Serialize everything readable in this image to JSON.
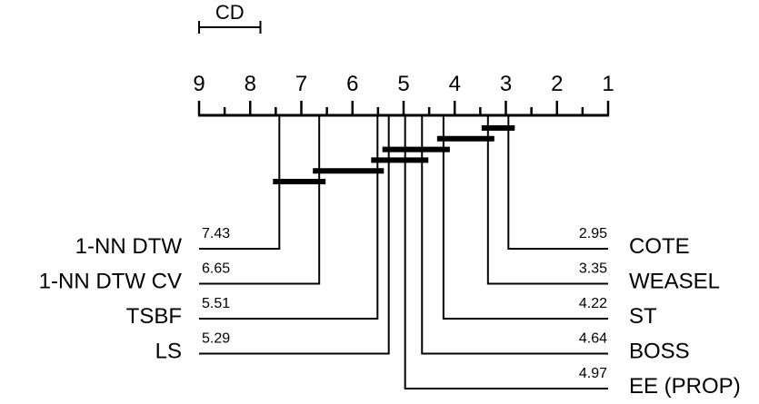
{
  "chart_data": {
    "type": "critical-difference-diagram",
    "title": "",
    "cd_label": "CD",
    "cd_length": 1.2,
    "axis": {
      "min": 1,
      "max": 9,
      "reversed": true,
      "ticks": [
        9,
        8,
        7,
        6,
        5,
        4,
        3,
        2,
        1
      ]
    },
    "left_methods": [
      {
        "name": "1-NN DTW",
        "rank": 7.43,
        "rank_label": "7.43"
      },
      {
        "name": "1-NN DTW CV",
        "rank": 6.65,
        "rank_label": "6.65"
      },
      {
        "name": "TSBF",
        "rank": 5.51,
        "rank_label": "5.51"
      },
      {
        "name": "LS",
        "rank": 5.29,
        "rank_label": "5.29"
      }
    ],
    "right_methods": [
      {
        "name": "COTE",
        "rank": 2.95,
        "rank_label": "2.95"
      },
      {
        "name": "WEASEL",
        "rank": 3.35,
        "rank_label": "3.35"
      },
      {
        "name": "ST",
        "rank": 4.22,
        "rank_label": "4.22"
      },
      {
        "name": "BOSS",
        "rank": 4.64,
        "rank_label": "4.64"
      },
      {
        "name": "EE (PROP)",
        "rank": 4.97,
        "rank_label": "4.97"
      }
    ],
    "cliques": [
      {
        "from": 3.35,
        "to": 2.95
      },
      {
        "from": 4.22,
        "to": 3.35
      },
      {
        "from": 5.29,
        "to": 4.22
      },
      {
        "from": 5.51,
        "to": 4.64
      },
      {
        "from": 6.65,
        "to": 5.51
      },
      {
        "from": 7.43,
        "to": 6.65
      }
    ]
  }
}
